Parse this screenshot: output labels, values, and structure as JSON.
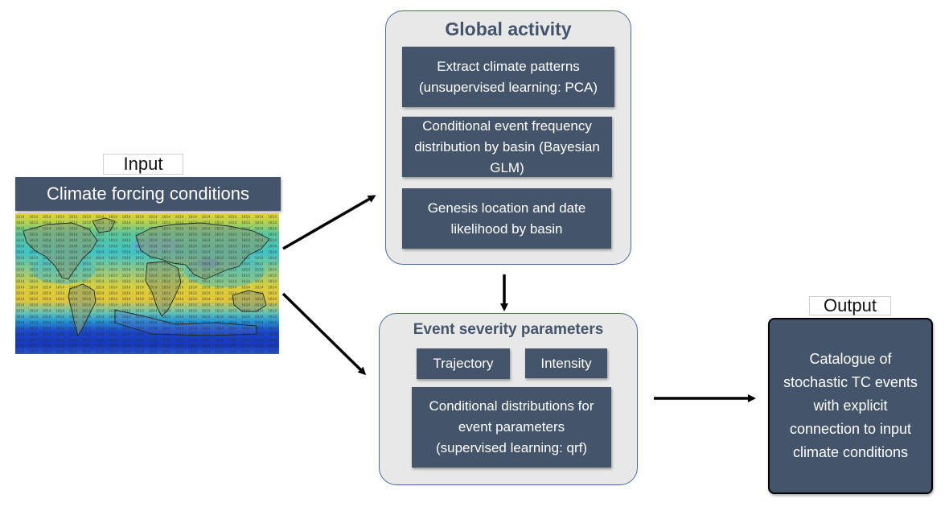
{
  "input": {
    "label": "Input",
    "title": "Climate forcing conditions",
    "map_alt_icon": "world-pressure-map"
  },
  "global_activity": {
    "title": "Global activity",
    "steps": [
      "Extract climate patterns (unsupervised learning: PCA)",
      "Conditional event frequency distribution by basin (Bayesian GLM)",
      "Genesis location and date likelihood by basin"
    ]
  },
  "event_severity": {
    "title": "Event severity parameters",
    "trajectory": "Trajectory",
    "intensity": "Intensity",
    "conditional": "Conditional distributions for event parameters (supervised learning: qrf)"
  },
  "output": {
    "label": "Output",
    "text": "Catalogue of stochastic TC events with explicit connection to input climate conditions"
  },
  "colors": {
    "dark_box": "#44546a",
    "panel_bg": "#e8e8e8",
    "panel_border": "#4a6aa8",
    "arrow": "#000000"
  }
}
